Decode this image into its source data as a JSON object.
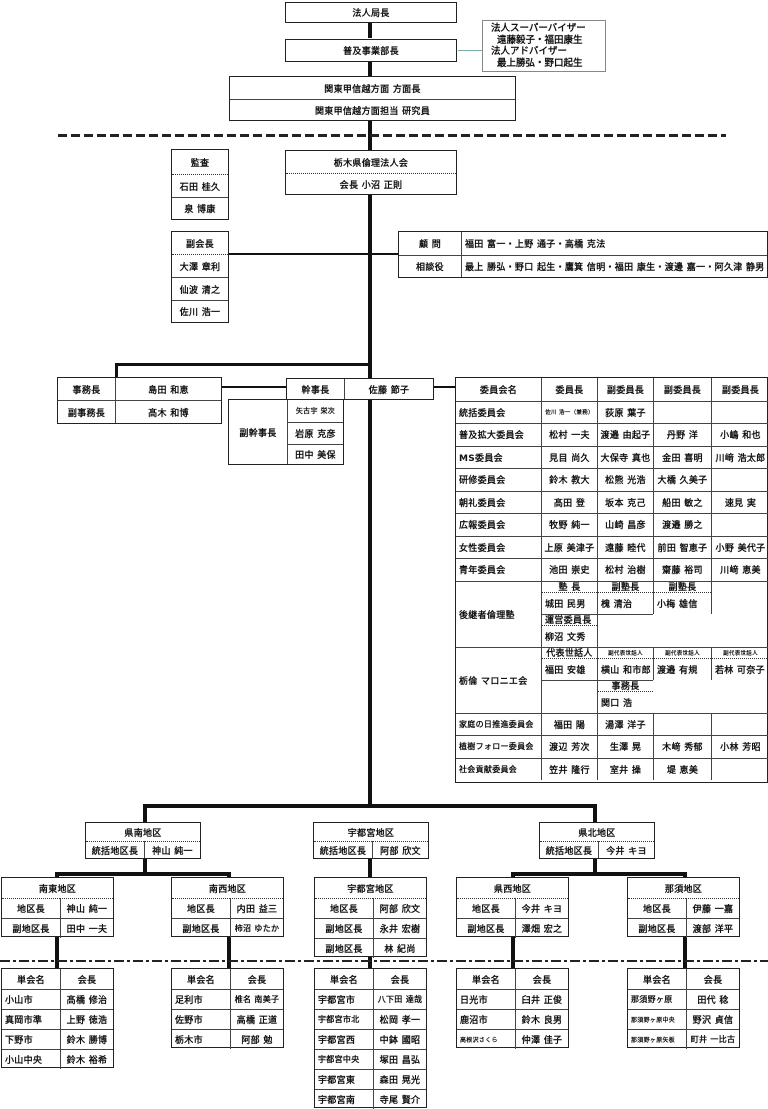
{
  "top": {
    "hq_director": "法人局長",
    "dept_director": "普及事業部長",
    "advisors": [
      "法人スーパーバイザー",
      "遠藤毅子・福田康生",
      "法人アドバイザー",
      "最上勝弘・野口起生"
    ],
    "region_head": "関東甲信越方面 方面長",
    "region_researcher": "関東甲信越方面担当 研究員"
  },
  "auditor": {
    "title": "監査",
    "members": [
      "石田 桂久",
      "泉 博康"
    ]
  },
  "corp": {
    "name": "栃木県倫理法人会",
    "president": "会長 小沼 正則"
  },
  "vice_presidents": {
    "title": "副会長",
    "members": [
      "大澤 章利",
      "仙波 清之",
      "佐川 浩一"
    ]
  },
  "counsel": [
    {
      "role": "顧 問",
      "names": "福田 富一・上野 通子・高橋 克法"
    },
    {
      "role": "相談役",
      "names": "最上 勝弘・野口 起生・鷹箕 信明・福田 康生・渡邊 嘉一・阿久津 静男"
    }
  ],
  "secretariat": [
    {
      "role": "事務長",
      "name": "島田 和恵"
    },
    {
      "role": "副事務長",
      "name": "髙木 和博"
    }
  ],
  "executive": {
    "role": "幹事長",
    "name": "佐藤 節子",
    "vice_role": "副幹事長",
    "vice_names": [
      "矢古宇 栄次",
      "岩原 克彦",
      "田中 美保"
    ]
  },
  "committees": {
    "headers": [
      "委員会名",
      "委員長",
      "副委員長",
      "副委員長",
      "副委員長"
    ],
    "rows": [
      [
        "統括委員会",
        "佐川 浩一（兼務）",
        "荻原 葉子",
        "",
        ""
      ],
      [
        "普及拡大委員会",
        "松村 一夫",
        "渡邉 由起子",
        "丹野 洋",
        "小嶋 和也"
      ],
      [
        "MS委員会",
        "見目 尚久",
        "大保寺 真也",
        "金田 喜明",
        "川﨑 浩太郎"
      ],
      [
        "研修委員会",
        "鈴木 教大",
        "松熊 光浩",
        "大橋 久美子",
        ""
      ],
      [
        "朝礼委員会",
        "髙田 登",
        "坂本 克己",
        "船田 敏之",
        "速見 実"
      ],
      [
        "広報委員会",
        "牧野 純一",
        "山崎 昌彦",
        "渡邉 勝之",
        ""
      ],
      [
        "女性委員会",
        "上原 美津子",
        "遠藤 睦代",
        "前田 智恵子",
        "小野 美代子"
      ],
      [
        "青年委員会",
        "池田 崇史",
        "松村 治樹",
        "齋藤 裕司",
        "川﨑 恵美"
      ]
    ],
    "juku": {
      "name": "後継者倫理塾",
      "roles": [
        "塾 長",
        "副塾長",
        "副塾長"
      ],
      "names": [
        "城田 民男",
        "槐 清治",
        "小梅 雄信"
      ],
      "ops_role": "運営委員長",
      "ops_name": "柳沼 文秀"
    },
    "marronnier": {
      "name": "栃倫 マロニエ会",
      "roles": [
        "代表世話人",
        "副代表世話人",
        "副代表世話人",
        "副代表世話人"
      ],
      "names": [
        "福田 安雄",
        "横山 和市郎",
        "渡邉 有規",
        "若林 可奈子"
      ],
      "sec_role": "事務長",
      "sec_name": "関口 浩"
    },
    "extra_rows": [
      [
        "家庭の日推進委員会",
        "福田 陽",
        "湯澤 洋子",
        "",
        ""
      ],
      [
        "植樹フォロー委員会",
        "渡辺 芳次",
        "生澤 晃",
        "木﨑 秀郁",
        "小林 芳昭"
      ],
      [
        "社会貢献委員会",
        "笠井 隆行",
        "室井 操",
        "堤 恵美",
        ""
      ]
    ]
  },
  "areas": [
    {
      "name": "県南地区",
      "role": "統括地区長",
      "head": "神山 純一"
    },
    {
      "name": "宇都宮地区",
      "role": "統括地区長",
      "head": "阿部 欣文"
    },
    {
      "name": "県北地区",
      "role": "統括地区長",
      "head": "今井 キヨ"
    }
  ],
  "districts": [
    {
      "name": "南東地区",
      "rows": [
        [
          "地区長",
          "神山 純一"
        ],
        [
          "副地区長",
          "田中 一夫"
        ]
      ]
    },
    {
      "name": "南西地区",
      "rows": [
        [
          "地区長",
          "内田 益三"
        ],
        [
          "副地区長",
          "柿沼 ゆたか"
        ]
      ]
    },
    {
      "name": "宇都宮地区",
      "rows": [
        [
          "地区長",
          "阿部 欣文"
        ],
        [
          "副地区長",
          "永井 宏樹"
        ],
        [
          "副地区長",
          "林 紀尚"
        ]
      ]
    },
    {
      "name": "県西地区",
      "rows": [
        [
          "地区長",
          "今井 キヨ"
        ],
        [
          "副地区長",
          "澤畑 宏之"
        ]
      ]
    },
    {
      "name": "那須地区",
      "rows": [
        [
          "地区長",
          "伊藤 一嘉"
        ],
        [
          "副地区長",
          "渡部 洋平"
        ]
      ]
    }
  ],
  "unit_header": [
    "単会名",
    "会長"
  ],
  "units": [
    [
      [
        "小山市",
        "髙橋 修治"
      ],
      [
        "真岡市準",
        "上野 徳浩"
      ],
      [
        "下野市",
        "鈴木 勝博"
      ],
      [
        "小山中央",
        "鈴木 裕希"
      ]
    ],
    [
      [
        "足利市",
        "椎名 南美子"
      ],
      [
        "佐野市",
        "高橋 正道"
      ],
      [
        "栃木市",
        "阿部 勉"
      ]
    ],
    [
      [
        "宇都宮市",
        "八下田 達哉"
      ],
      [
        "宇都宮市北",
        "松岡 孝一"
      ],
      [
        "宇都宮西",
        "中鉢 國昭"
      ],
      [
        "宇都宮中央",
        "塚田 昌弘"
      ],
      [
        "宇都宮東",
        "森田 晃光"
      ],
      [
        "宇都宮南",
        "寺尾 賢介"
      ]
    ],
    [
      [
        "日光市",
        "臼井 正俊"
      ],
      [
        "鹿沼市",
        "鈴木 良男"
      ],
      [
        "高根沢さくら",
        "仲澤 佳子"
      ]
    ],
    [
      [
        "那須野ヶ原",
        "田代 稔"
      ],
      [
        "那須野ヶ原中央",
        "野沢 貞信"
      ],
      [
        "那須野ヶ原矢板",
        "町井 一比古"
      ]
    ]
  ]
}
